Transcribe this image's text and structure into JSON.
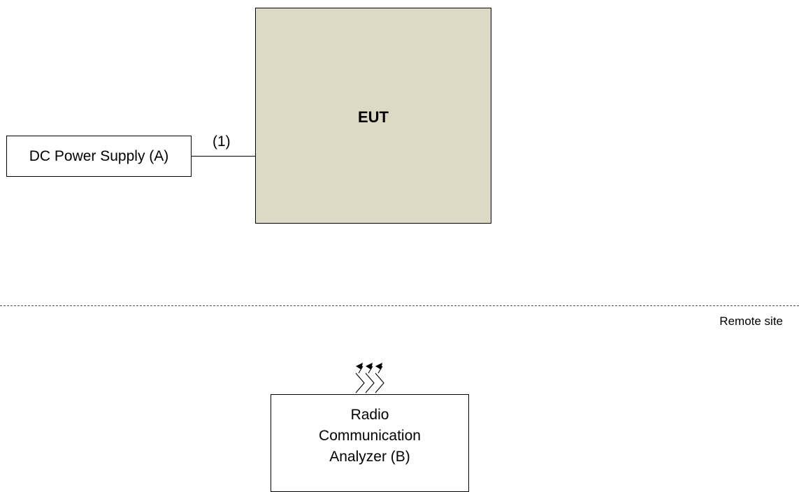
{
  "eut": {
    "label": "EUT",
    "fill_color": "#ddd9c3"
  },
  "dc_supply": {
    "label": "DC Power Supply (A)"
  },
  "cable": {
    "label": "(1)"
  },
  "divider": {
    "label": "Remote site"
  },
  "analyzer": {
    "lines": [
      "Radio",
      "Communication",
      "Analyzer (B)"
    ]
  },
  "antenna": {
    "icon": "wireless-signal-icon"
  }
}
